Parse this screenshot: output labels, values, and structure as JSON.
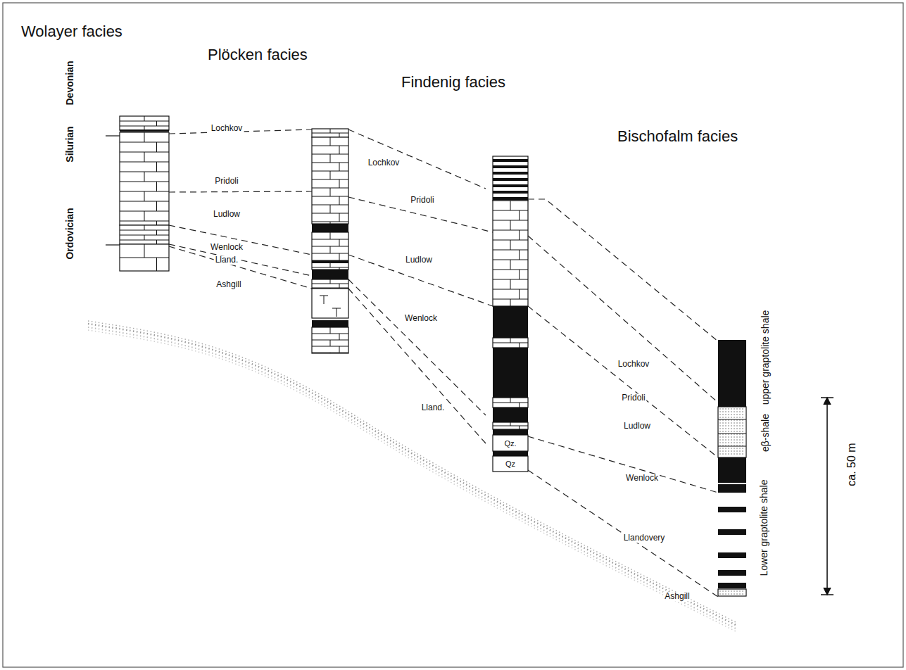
{
  "diagram": {
    "labels": [
      "Wolayer facies",
      "Plöcken facies",
      "Findenig facies",
      "Bischofalm facies",
      "Devonian",
      "Silurian",
      "Ordovician",
      "Lochkov",
      "Pridoli",
      "Ludlow",
      "Wenlock",
      "Lland.",
      "Ashgill",
      "Lochkov",
      "Pridoli",
      "Ludlow",
      "Wenlock",
      "Lland.",
      "Lochkov",
      "Pridoli",
      "Ludlow",
      "Wenlock",
      "Llandovery",
      "Ashgill",
      "Qz.",
      "Qz",
      "upper graptolite shale",
      "eβ-shale",
      "Lower graptolite shale",
      "ca. 50 m"
    ]
  }
}
